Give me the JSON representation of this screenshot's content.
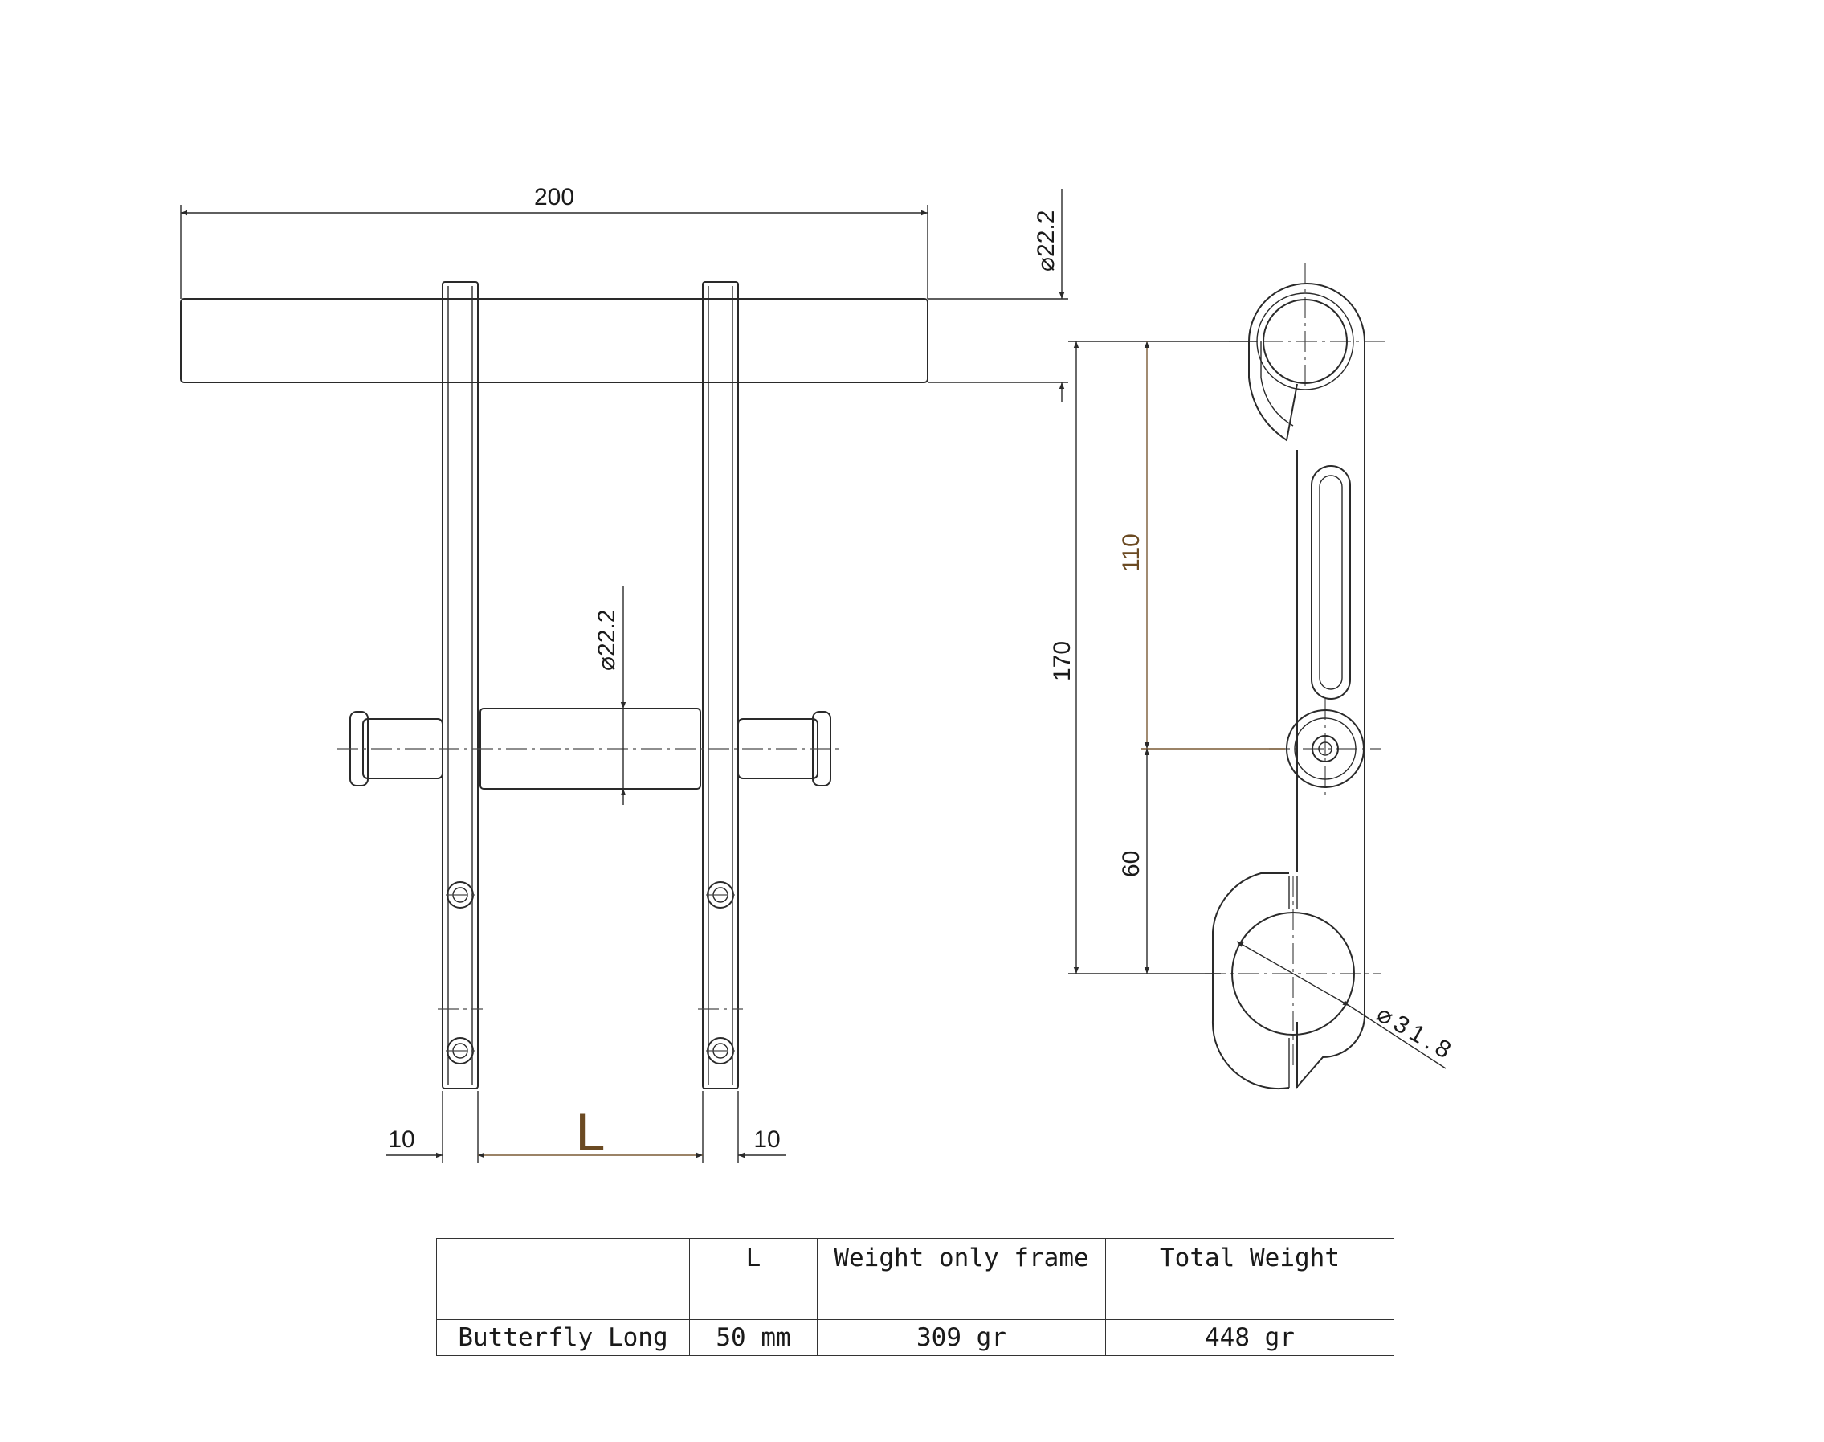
{
  "front_view": {
    "dim_width": "200",
    "dim_bar_diameter": "⌀22.2",
    "dim_axle_diameter": "⌀22.2",
    "dim_left_side": "10",
    "dim_right_side": "10",
    "dim_gap_label": "L"
  },
  "side_view": {
    "dim_total_height": "170",
    "dim_upper": "110",
    "dim_lower": "60",
    "dim_clamp_diameter": "⌀31.8"
  },
  "table": {
    "headers": [
      "",
      "L",
      "Weight only frame",
      "Total Weight"
    ],
    "rows": [
      [
        "Butterfly Long",
        "50 mm",
        "309 gr",
        "448 gr"
      ]
    ]
  }
}
